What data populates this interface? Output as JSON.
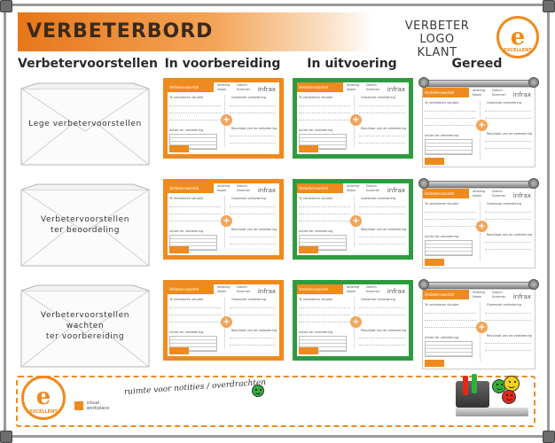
{
  "header": {
    "title": "VERBETERBORD"
  },
  "logo_area": {
    "line1": "VERBETER LOGO",
    "line2": "KLANT"
  },
  "seal": {
    "text": "EXCELLENT",
    "letter": "e"
  },
  "columns": [
    "Verbetervoorstellen",
    "In voorbereiding",
    "In uitvoering",
    "Gereed"
  ],
  "envelopes": [
    {
      "lines": [
        "Lege verbetervoorstellen"
      ]
    },
    {
      "lines": [
        "Verbetervoorstellen",
        "ter beoordeling"
      ]
    },
    {
      "lines": [
        "Verbetervoorstellen",
        "wachten",
        "ter voorbereiding"
      ]
    }
  ],
  "card": {
    "title": "Verbetervoorstel",
    "logo": "infrax",
    "left_label": "Te verbeteren situatie",
    "right_label": "Gewenste verbetering",
    "actions_label": "Acties ter verbetering",
    "result_label": "Resultaat van de verbetering",
    "top_labels": [
      "Afdeling",
      "Datum",
      "Naam",
      "Nummer"
    ]
  },
  "notes": {
    "text": "ruimte voor notities / overdrachten"
  },
  "footer_logo": {
    "line1": "visual",
    "line2": "workplace"
  },
  "colors": {
    "orange": "#ef8a1e",
    "green": "#2e9b3f",
    "smiley_green": "#2fb03a",
    "smiley_yellow": "#f2d21a",
    "smiley_red": "#e02a1c"
  }
}
